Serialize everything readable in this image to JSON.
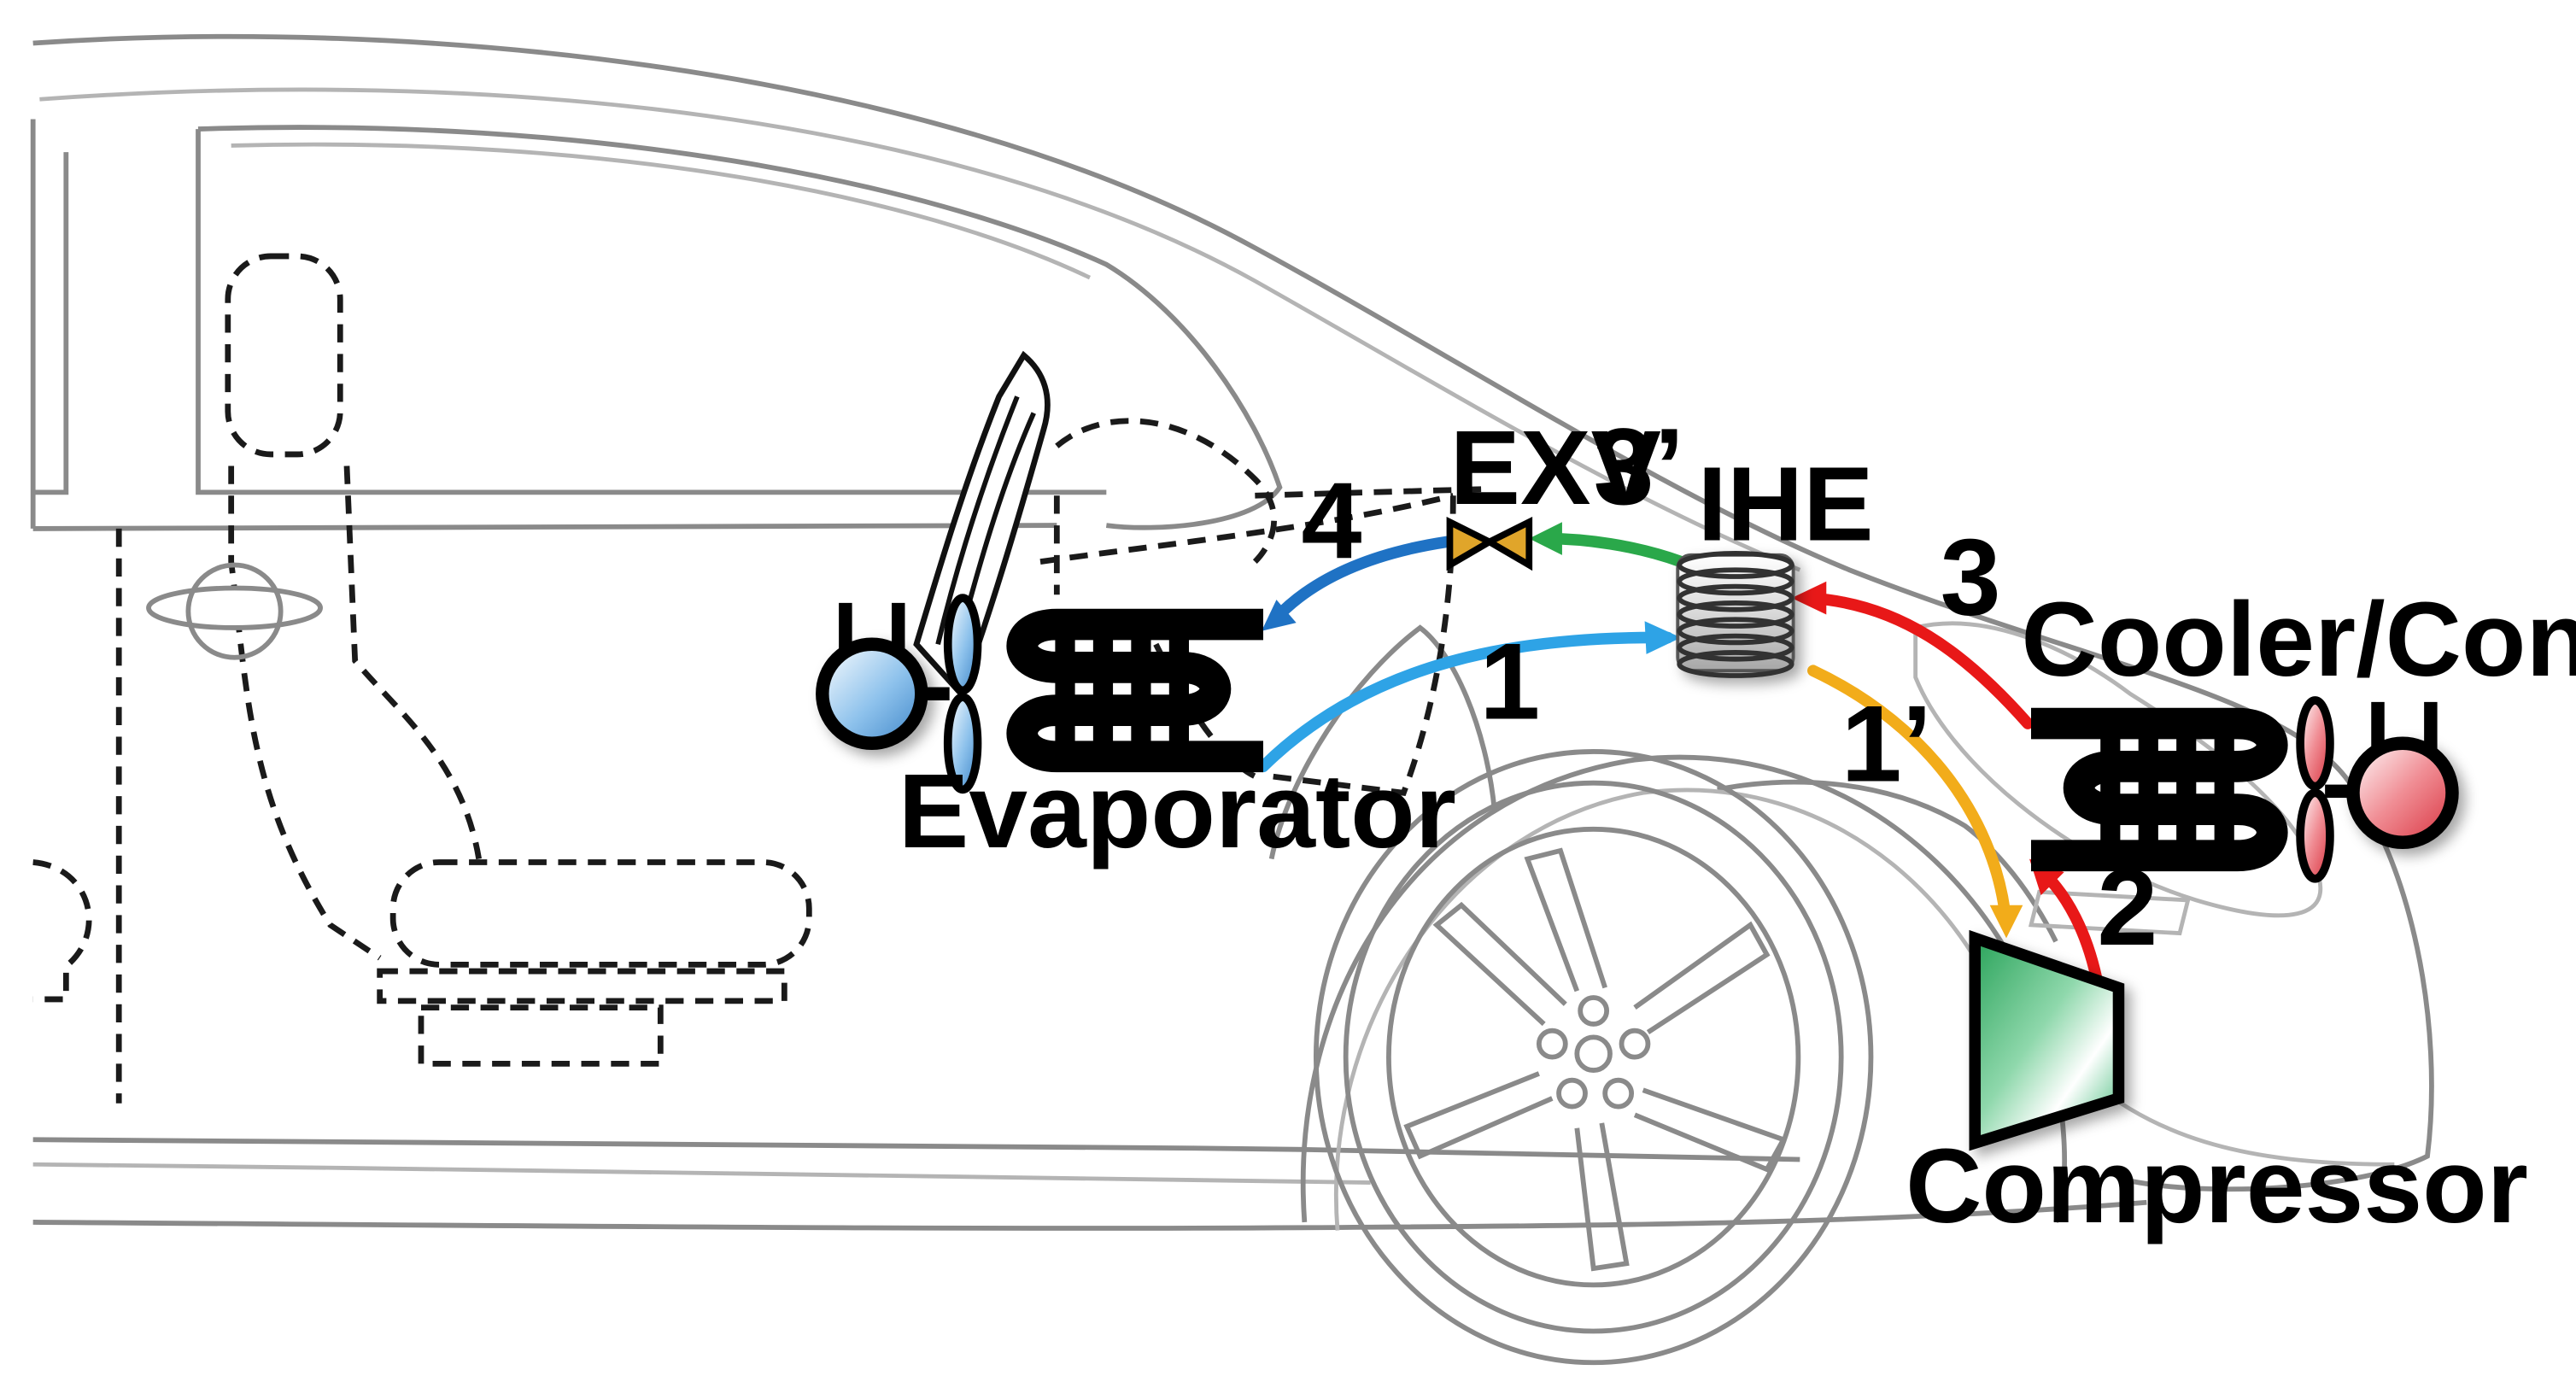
{
  "diagram": {
    "components": {
      "evaporator": "Evaporator",
      "exv": "EXV",
      "ihe": "IHE",
      "cooler": "Cooler/Condenser",
      "compressor": "Compressor"
    },
    "states": {
      "s1": "1",
      "s1p": "1’",
      "s2": "2",
      "s3": "3",
      "s3p": "3’",
      "s4": "4"
    },
    "colors": {
      "line_1": "#2ea3e6",
      "line_1p": "#f2ac1a",
      "line_2": "#e81818",
      "line_3": "#e81818",
      "line_3p": "#2aa84a",
      "line_4": "#1f72c4",
      "exv_fill": "#e0a52a",
      "compressor_fill": "#33b46e",
      "evaporator_fan_motor": "#8ec2ec",
      "cooler_fan_motor": "#f08d94"
    }
  }
}
